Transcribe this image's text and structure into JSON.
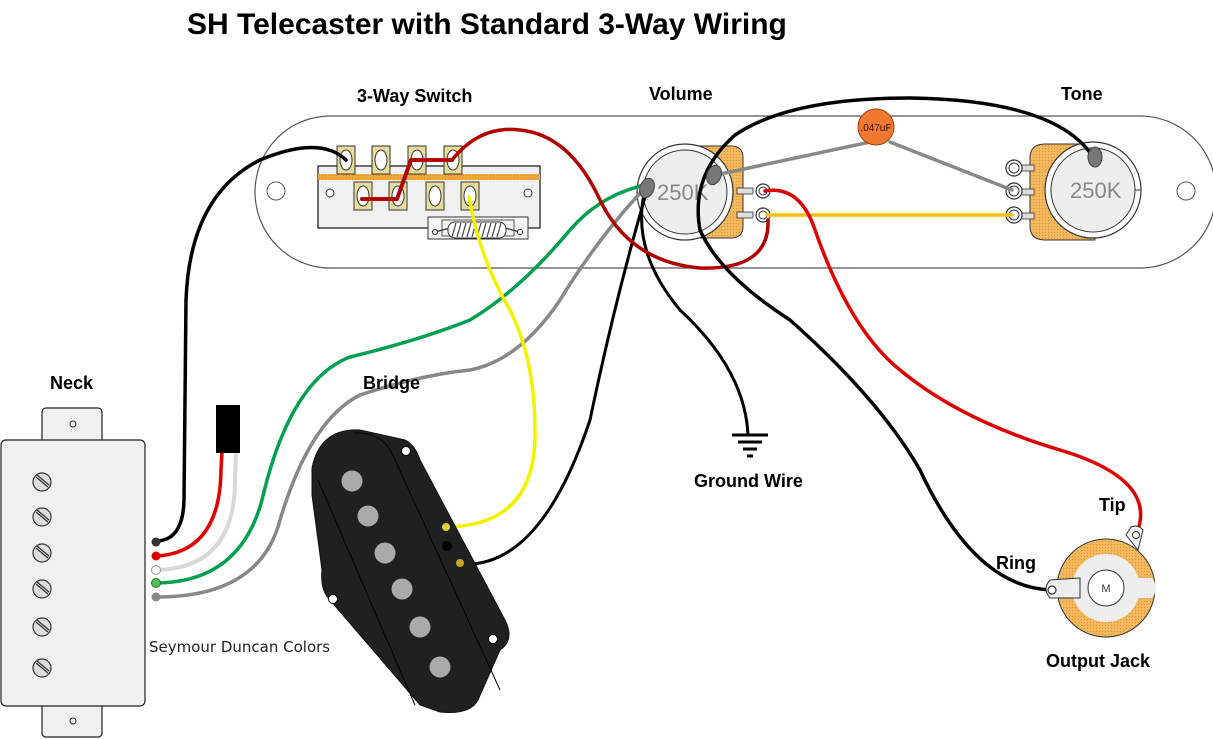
{
  "title": "SH Telecaster with Standard 3-Way Wiring",
  "labels": {
    "switch": "3-Way Switch",
    "volume": "Volume",
    "tone": "Tone",
    "neck": "Neck",
    "bridge": "Bridge",
    "ground": "Ground Wire",
    "tip": "Tip",
    "ring": "Ring",
    "jack": "Output Jack",
    "color_code": "Seymour Duncan Colors"
  },
  "components": {
    "volume_pot_value": "250K",
    "tone_pot_value": "250K",
    "capacitor_value": ".047uF",
    "jack_center": "M"
  },
  "colors": {
    "wire_black": "#000000",
    "wire_red": "#dd0000",
    "wire_dark_red": "#b00000",
    "wire_white": "#d8d8d8",
    "wire_green": "#00a050",
    "wire_gray": "#888888",
    "wire_yellow": "#f2f200",
    "wire_amber": "#f5c010",
    "pot_body": "#f0a040",
    "capacitor": "#f07830",
    "lug_gold": "#e8dc9a",
    "pickup_black": "#202020",
    "pole_gray": "#aaaaaa"
  },
  "neck_pickup_leads": [
    "black",
    "red",
    "white",
    "green",
    "gray"
  ]
}
